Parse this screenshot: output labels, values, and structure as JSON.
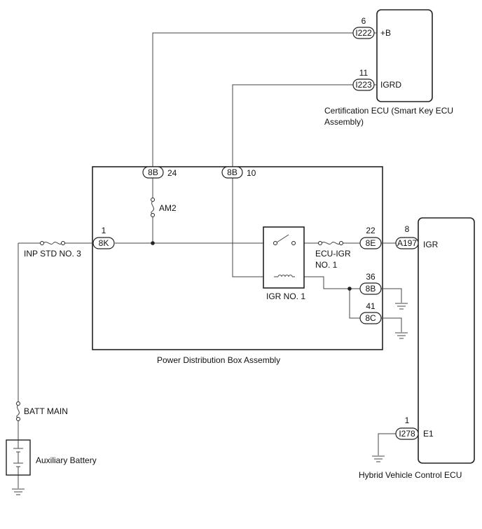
{
  "components": {
    "cert_ecu": "Certification ECU (Smart Key ECU",
    "cert_ecu_line2": "Assembly)",
    "pdb": "Power Distribution Box Assembly",
    "hv_ecu": "Hybrid Vehicle Control ECU",
    "aux_battery": "Auxiliary Battery"
  },
  "fuses": {
    "am2": "AM2",
    "inp_std": "INP STD NO. 3",
    "ecu_igr": "ECU-IGR",
    "ecu_igr_line2": "NO. 1",
    "batt_main": "BATT MAIN"
  },
  "relay": "IGR NO. 1",
  "terminals": {
    "plus_b": "+B",
    "igrd": "IGRD",
    "igr": "IGR",
    "e1": "E1"
  },
  "connectors": {
    "i222": "I222",
    "i223": "I223",
    "c8b_24": "8B",
    "c8b_10": "8B",
    "c8k": "8K",
    "c8e": "8E",
    "a197": "A197",
    "c8b_36": "8B",
    "c8c": "8C",
    "i278": "I278"
  },
  "pins": {
    "p6": "6",
    "p11": "11",
    "p24": "24",
    "p10": "10",
    "p1_8k": "1",
    "p22": "22",
    "p8": "8",
    "p36": "36",
    "p41": "41",
    "p1_i278": "1"
  }
}
